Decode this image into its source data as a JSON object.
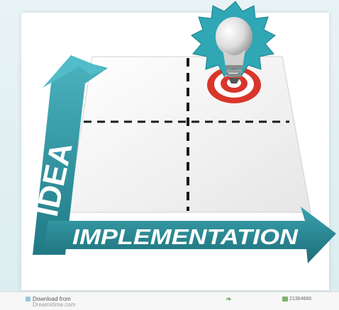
{
  "image": {
    "vertical_axis_label": "IDEA",
    "horizontal_axis_label": "IMPLEMENTATION",
    "colors": {
      "arrow_teal": "#2a8f9a",
      "arrow_text": "#ffffff",
      "grid_plane": "#f2f2f2",
      "dashes": "#1a1a1a",
      "target_red": "#d9362b",
      "burst": "#2fa7b5",
      "bulb": "#d8d8d8"
    }
  },
  "footer": {
    "download_text": "Download from",
    "source_text": "Dreamstime.com",
    "id_text": "21364666"
  }
}
